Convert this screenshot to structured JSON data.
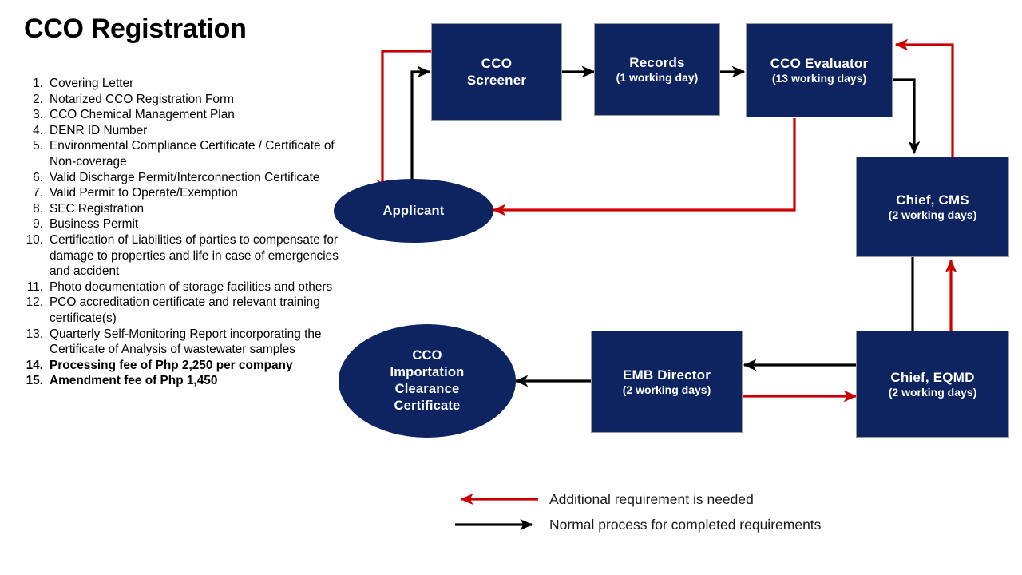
{
  "title": "CCO Registration",
  "requirements": [
    {
      "num": "1.",
      "text": "Covering Letter",
      "bold": false
    },
    {
      "num": "2.",
      "text": "Notarized CCO Registration Form",
      "bold": false
    },
    {
      "num": "3.",
      "text": "CCO Chemical Management Plan",
      "bold": false
    },
    {
      "num": "4.",
      "text": "DENR ID Number",
      "bold": false
    },
    {
      "num": "5.",
      "text": "Environmental Compliance Certificate / Certificate of Non-coverage",
      "bold": false
    },
    {
      "num": "6.",
      "text": "Valid Discharge Permit/Interconnection Certificate",
      "bold": false
    },
    {
      "num": "7.",
      "text": "Valid Permit to Operate/Exemption",
      "bold": false
    },
    {
      "num": "8.",
      "text": "SEC Registration",
      "bold": false
    },
    {
      "num": "9.",
      "text": "Business Permit",
      "bold": false
    },
    {
      "num": "10.",
      "text": "Certification of Liabilities of parties to compensate for damage to properties and life in case of emergencies and accident",
      "bold": false
    },
    {
      "num": "11.",
      "text": "Photo documentation of storage facilities and others",
      "bold": false
    },
    {
      "num": "12.",
      "text": "PCO accreditation certificate and relevant training certificate(s)",
      "bold": false
    },
    {
      "num": "13.",
      "text": "Quarterly Self-Monitoring Report incorporating the Certificate of Analysis of wastewater samples",
      "bold": false
    },
    {
      "num": "14.",
      "text": "Processing fee of Php 2,250 per company",
      "bold": true
    },
    {
      "num": "15.",
      "text": "Amendment fee of Php 1,450",
      "bold": true
    }
  ],
  "flowchart": {
    "colors": {
      "node_fill": "#0d2460",
      "node_border": "#9a9a9a",
      "normal_arrow": "#000000",
      "additional_arrow": "#cc0000",
      "node_text": "#ffffff"
    },
    "nodes": [
      {
        "id": "applicant",
        "shape": "ellipse",
        "title": "Applicant",
        "sub": ""
      },
      {
        "id": "cco-screener",
        "shape": "box",
        "title": "CCO\nScreener",
        "sub": ""
      },
      {
        "id": "records",
        "shape": "box",
        "title": "Records",
        "sub": "(1 working day)"
      },
      {
        "id": "cco-evaluator",
        "shape": "box",
        "title": "CCO Evaluator",
        "sub": "(13 working days)"
      },
      {
        "id": "chief-cms",
        "shape": "box",
        "title": "Chief, CMS",
        "sub": "(2 working days)"
      },
      {
        "id": "chief-eqmd",
        "shape": "box",
        "title": "Chief, EQMD",
        "sub": "(2 working days)"
      },
      {
        "id": "emb-director",
        "shape": "box",
        "title": "EMB Director",
        "sub": "(2 working days)"
      },
      {
        "id": "cco-certificate",
        "shape": "ellipse",
        "title": "CCO\nImportation\nClearance\nCertificate",
        "sub": ""
      }
    ]
  },
  "legend": [
    {
      "id": "additional",
      "label": "Additional requirement is needed",
      "color": "#cc0000",
      "direction": "left"
    },
    {
      "id": "normal",
      "label": "Normal process for completed requirements",
      "color": "#000000",
      "direction": "right"
    }
  ]
}
